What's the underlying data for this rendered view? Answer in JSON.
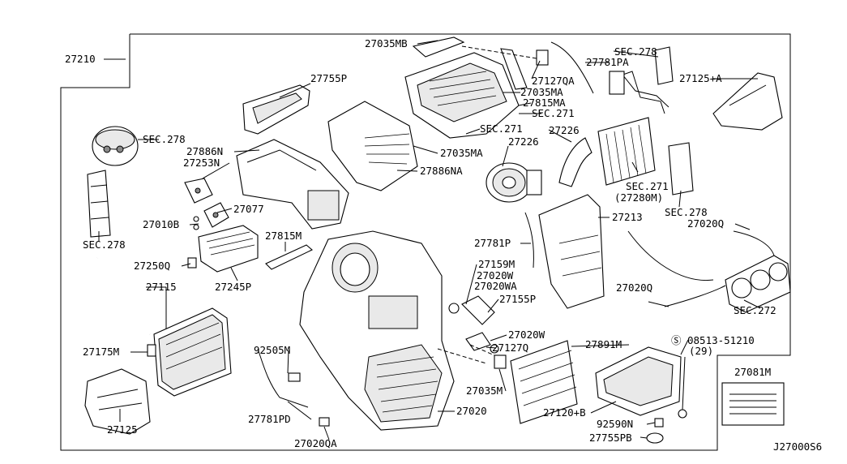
{
  "diagram_id": "J27000S6",
  "parts": {
    "p27210": "27210",
    "p27035MB": "27035MB",
    "p27781PA": "27781PA",
    "sec278_top": "SEC.278",
    "p27125A": "27125+A",
    "p27755P": "27755P",
    "p27127QA": "27127QA",
    "p27035MA_1": "27035MA",
    "p27815MA": "27815MA",
    "sec271_a": "SEC.271",
    "sec271_b": "SEC.271",
    "p27226_a": "27226",
    "p27226_b": "27226",
    "sec278_left": "SEC.278",
    "p27886N": "27886N",
    "p27253N": "27253N",
    "p27035MA_2": "27035MA",
    "p27886NA": "27886NA",
    "sec271_c": "SEC.271",
    "p27280M": "(27280M)",
    "sec278_right": "SEC.278",
    "p27077": "27077",
    "p27010B": "27010B",
    "p27213": "27213",
    "p27020Q_a": "27020Q",
    "sec278_bl": "SEC.278",
    "p27815M": "27815M",
    "p27250Q": "27250Q",
    "p27245P": "27245P",
    "p27781P": "27781P",
    "p27159M": "27159M",
    "p27020W_a": "27020W",
    "p27020WA": "27020WA",
    "p27115": "27115",
    "p27020Q_b": "27020Q",
    "p27155P": "27155P",
    "sec272": "SEC.272",
    "p27020W_b": "27020W",
    "p08513": "08513-51210",
    "p08513_qty": "(29)",
    "p27175M": "27175M",
    "p92505M": "92505M",
    "p27127Q": "27127Q",
    "p27891M": "27891M",
    "p27081M": "27081M",
    "p27035M": "27035M",
    "p27125": "27125",
    "p27781PD": "27781PD",
    "p27020": "27020",
    "p27120B": "27120+B",
    "p92590N": "92590N",
    "p27755PB": "27755PB",
    "p27020QA": "27020QA"
  }
}
